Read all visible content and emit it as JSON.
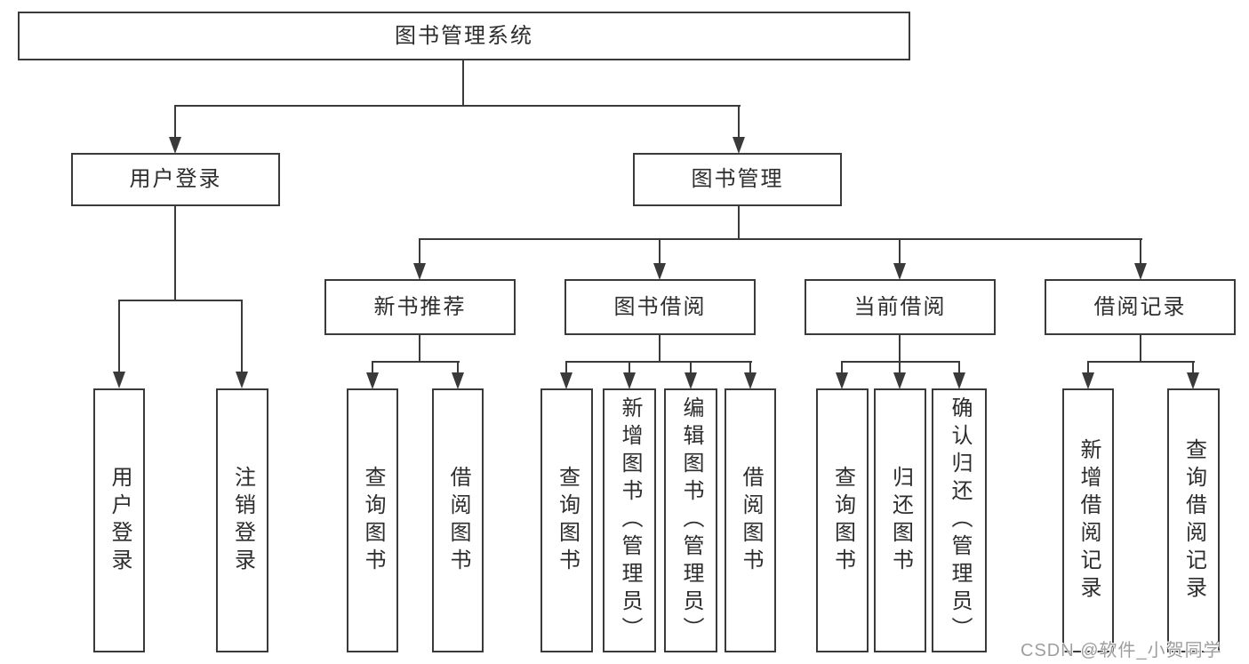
{
  "tree": {
    "label": "图书管理系统",
    "children": [
      {
        "label": "用户登录",
        "children": [
          {
            "label": "用户登录"
          },
          {
            "label": "注销登录"
          }
        ]
      },
      {
        "label": "图书管理",
        "children": [
          {
            "label": "新书推荐",
            "children": [
              {
                "label": "查询图书"
              },
              {
                "label": "借阅图书"
              }
            ]
          },
          {
            "label": "图书借阅",
            "children": [
              {
                "label": "查询图书"
              },
              {
                "label": "新增图书（管理员）"
              },
              {
                "label": "编辑图书（管理员）"
              },
              {
                "label": "借阅图书"
              }
            ]
          },
          {
            "label": "当前借阅",
            "children": [
              {
                "label": "查询图书"
              },
              {
                "label": "归还图书"
              },
              {
                "label": "确认归还（管理员）"
              }
            ]
          },
          {
            "label": "借阅记录",
            "children": [
              {
                "label": "新增借阅记录"
              },
              {
                "label": "查询借阅记录"
              }
            ]
          }
        ]
      }
    ]
  },
  "watermark": {
    "text": "CSDN @软件_小贺同学"
  },
  "colors": {
    "line": "#3a3a3a",
    "text": "#2d2d2d",
    "watermark_gray": "#9e9e9e",
    "background": "#ffffff"
  }
}
